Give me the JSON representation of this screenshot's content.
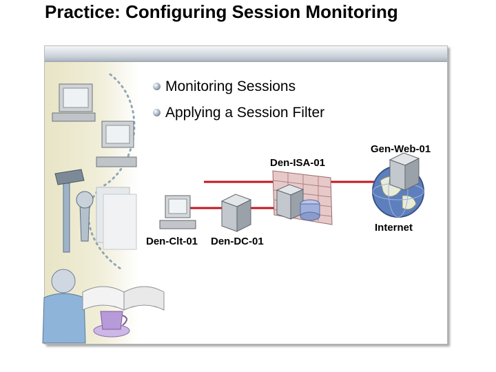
{
  "slide": {
    "title": "Practice: Configuring Session Monitoring"
  },
  "bullets": [
    {
      "text": "Monitoring Sessions"
    },
    {
      "text": "Applying a Session Filter"
    }
  ],
  "diagram": {
    "nodes": {
      "client": {
        "label": "Den-Clt-01",
        "icon": "workstation-icon"
      },
      "dc": {
        "label": "Den-DC-01",
        "icon": "server-icon"
      },
      "isa": {
        "label": "Den-ISA-01",
        "icon": "firewall-server-icon"
      },
      "internet": {
        "label": "Internet",
        "icon": "globe-icon"
      },
      "web": {
        "label": "Gen-Web-01",
        "icon": "server-icon"
      }
    },
    "colors": {
      "link": "#c0161e",
      "firewall_brick": "#e7c9c9",
      "server_body": "#c9ced4"
    }
  },
  "decor": {
    "icons": [
      "workstation-icon",
      "dotted-arrow-icon",
      "hammer-icon",
      "wrench-icon",
      "person-icon",
      "book-icon",
      "coffee-cup-icon"
    ]
  }
}
